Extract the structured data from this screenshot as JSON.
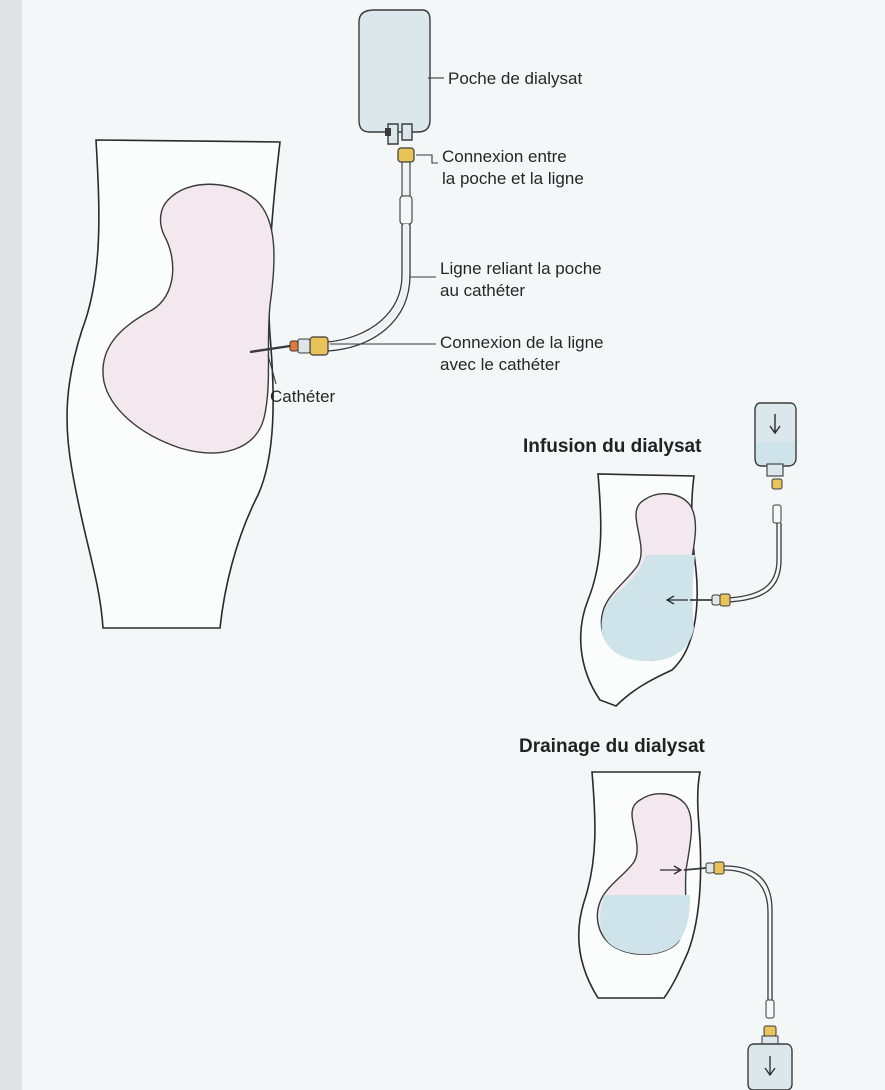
{
  "labels": {
    "bag": "Poche de dialysat",
    "bag_connection_line1": "Connexion entre",
    "bag_connection_line2": "la poche et la ligne",
    "line_line1": "Ligne reliant la poche",
    "line_line2": "au cathéter",
    "catheter_connection_line1": "Connexion de la ligne",
    "catheter_connection_line2": "avec le cathéter",
    "catheter": "Cathéter"
  },
  "panels": {
    "infusion_title": "Infusion du dialysat",
    "drainage_title": "Drainage du dialysat"
  },
  "colors": {
    "page_background": "#f4f7f8",
    "body_fill": "#fbfcfc",
    "cavity_fill": "#f3e8ee",
    "dialysate_fill": "#cfe3ea",
    "connector_yellow": "#e8c35a",
    "connector_orange": "#e07a3a"
  },
  "icons": [
    "dialysate-bag-icon",
    "arrow-down-icon",
    "arrow-left-icon",
    "arrow-right-icon"
  ]
}
